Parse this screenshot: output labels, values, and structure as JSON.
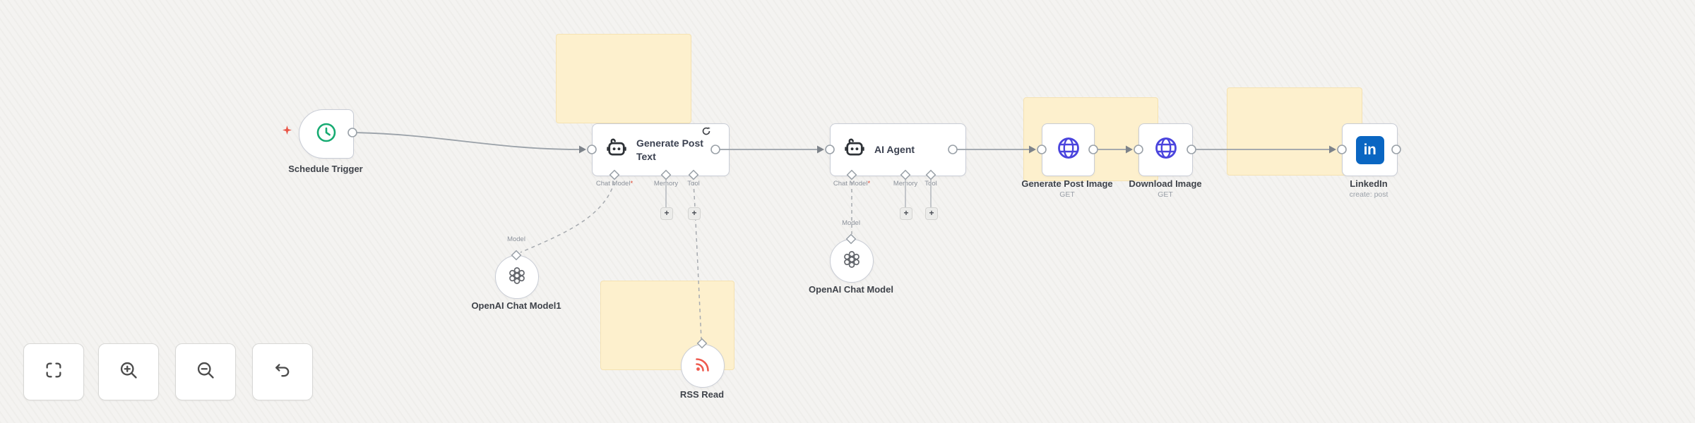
{
  "canvas": {
    "nodes": {
      "schedule_trigger": {
        "label": "Schedule Trigger"
      },
      "generate_post_text": {
        "title": "Generate Post Text"
      },
      "ai_agent": {
        "title": "AI Agent"
      },
      "generate_post_image": {
        "label": "Generate Post Image",
        "subtitle": "GET"
      },
      "download_image": {
        "label": "Download Image",
        "subtitle": "GET"
      },
      "linkedin": {
        "label": "LinkedIn",
        "subtitle": "create: post",
        "badge": "in"
      },
      "openai_chat_model1": {
        "label": "OpenAI Chat Model1",
        "port": "Model"
      },
      "openai_chat_model": {
        "label": "OpenAI Chat Model",
        "port": "Model"
      },
      "rss_read": {
        "label": "RSS Read"
      }
    },
    "ports": {
      "chat_model": "Chat Model",
      "required": "*",
      "memory": "Memory",
      "tool": "Tool"
    },
    "plus": "+",
    "colors": {
      "trigger_green": "#17ab72",
      "http_indigo": "#4a44dd",
      "linkedin_blue": "#0a66c2",
      "rss_red": "#ee5a4e",
      "sticky_yellow": "#fdf0cd",
      "edge_gray": "#9aa1a8",
      "marker_red": "#ea5648"
    }
  },
  "toolbar": {
    "fit_view": "fit-view",
    "zoom_in": "zoom-in",
    "zoom_out": "zoom-out",
    "undo": "undo"
  }
}
